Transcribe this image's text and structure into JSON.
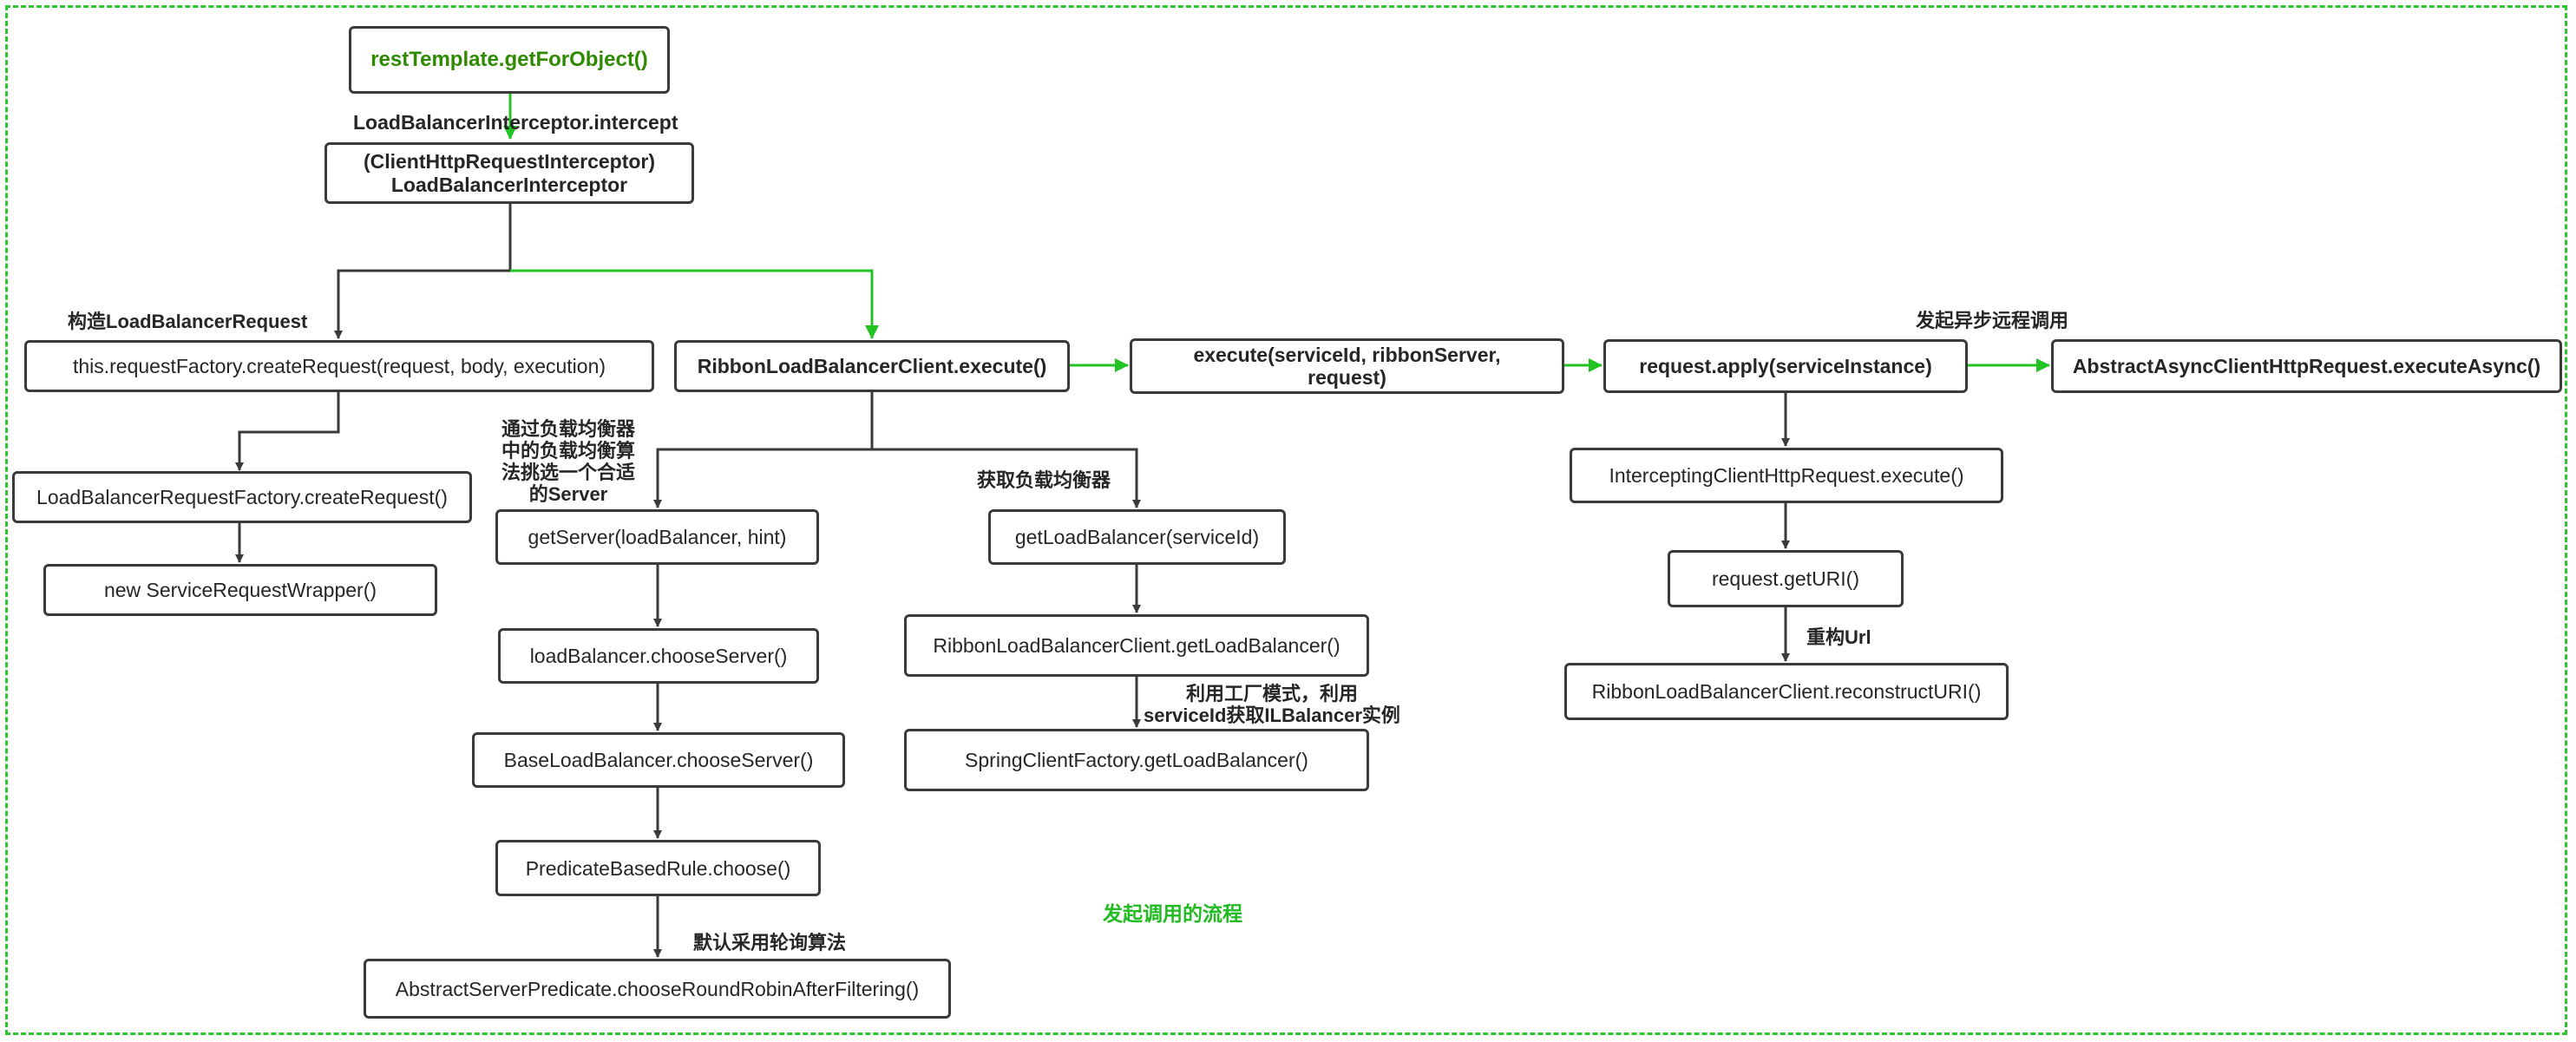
{
  "theme": {
    "green": "#22c322",
    "dark": "#3a3a3a",
    "frame": "#2ec62e"
  },
  "nodes": {
    "rest_template": "restTemplate.getForObject()",
    "interceptor_line1": "(ClientHttpRequestInterceptor)",
    "interceptor_line2": "LoadBalancerInterceptor",
    "create_request": "this.requestFactory.createRequest(request, body, execution)",
    "ribbon_execute": "RibbonLoadBalancerClient.execute()",
    "execute_line1": "execute(serviceId, ribbonServer,",
    "execute_line2": "request)",
    "request_apply": "request.apply(serviceInstance)",
    "execute_async": "AbstractAsyncClientHttpRequest.executeAsync()",
    "factory_create_request": "LoadBalancerRequestFactory.createRequest()",
    "service_request_wrapper": "new ServiceRequestWrapper()",
    "get_server": "getServer(loadBalancer, hint)",
    "choose_server": "loadBalancer.chooseServer()",
    "base_choose_server": "BaseLoadBalancer.chooseServer()",
    "predicate_choose": "PredicateBasedRule.choose()",
    "round_robin": "AbstractServerPredicate.chooseRoundRobinAfterFiltering()",
    "get_load_balancer": "getLoadBalancer(serviceId)",
    "ribbon_get_lb": "RibbonLoadBalancerClient.getLoadBalancer()",
    "spring_factory_get_lb": "SpringClientFactory.getLoadBalancer()",
    "intercepting_execute": "InterceptingClientHttpRequest.execute()",
    "get_uri": "request.getURI()",
    "reconstruct_uri": "RibbonLoadBalancerClient.reconstructURI()"
  },
  "labels": {
    "intercept": "LoadBalancerInterceptor.intercept",
    "build_request": "构造LoadBalancerRequest",
    "async_call": "发起异步远程调用",
    "select_server_lines": [
      "通过负载均衡器",
      "中的负载均衡算",
      "法挑选一个合适",
      "的Server"
    ],
    "get_lb": "获取负载均衡器",
    "factory_lines": [
      "利用工厂模式，利用",
      "serviceId获取ILBalancer实例"
    ],
    "rebuild_url": "重构Url",
    "round_robin_default": "默认采用轮询算法",
    "flow_title": "发起调用的流程"
  }
}
